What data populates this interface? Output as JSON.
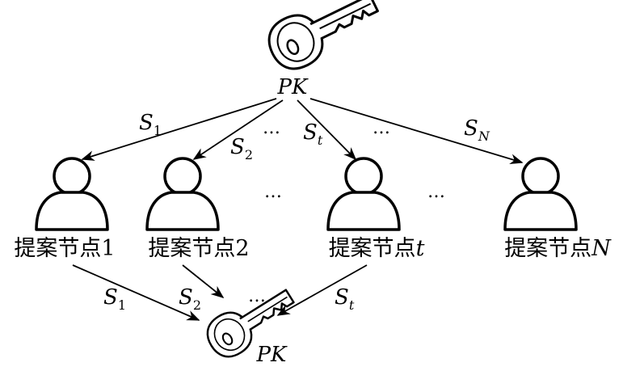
{
  "top_key": {
    "icon": "key-icon",
    "label": "PK"
  },
  "bottom_key": {
    "icon": "key-icon",
    "label": "PK"
  },
  "nodes": [
    {
      "label": "提案节点",
      "suffix": "1",
      "suffix_italic": false
    },
    {
      "label": "提案节点",
      "suffix": "2",
      "suffix_italic": false
    },
    {
      "label": "提案节点",
      "suffix": "t",
      "suffix_italic": true
    },
    {
      "label": "提案节点",
      "suffix": "N",
      "suffix_italic": true
    }
  ],
  "top_edges": [
    {
      "symbol": "S",
      "sub": "1"
    },
    {
      "symbol": "S",
      "sub": "2"
    },
    {
      "symbol": "S",
      "sub": "t"
    },
    {
      "symbol": "S",
      "sub": "N"
    }
  ],
  "bottom_edges": [
    {
      "symbol": "S",
      "sub": "1"
    },
    {
      "symbol": "S",
      "sub": "2"
    },
    {
      "symbol": "S",
      "sub": "t"
    }
  ],
  "ellipsis": "…"
}
